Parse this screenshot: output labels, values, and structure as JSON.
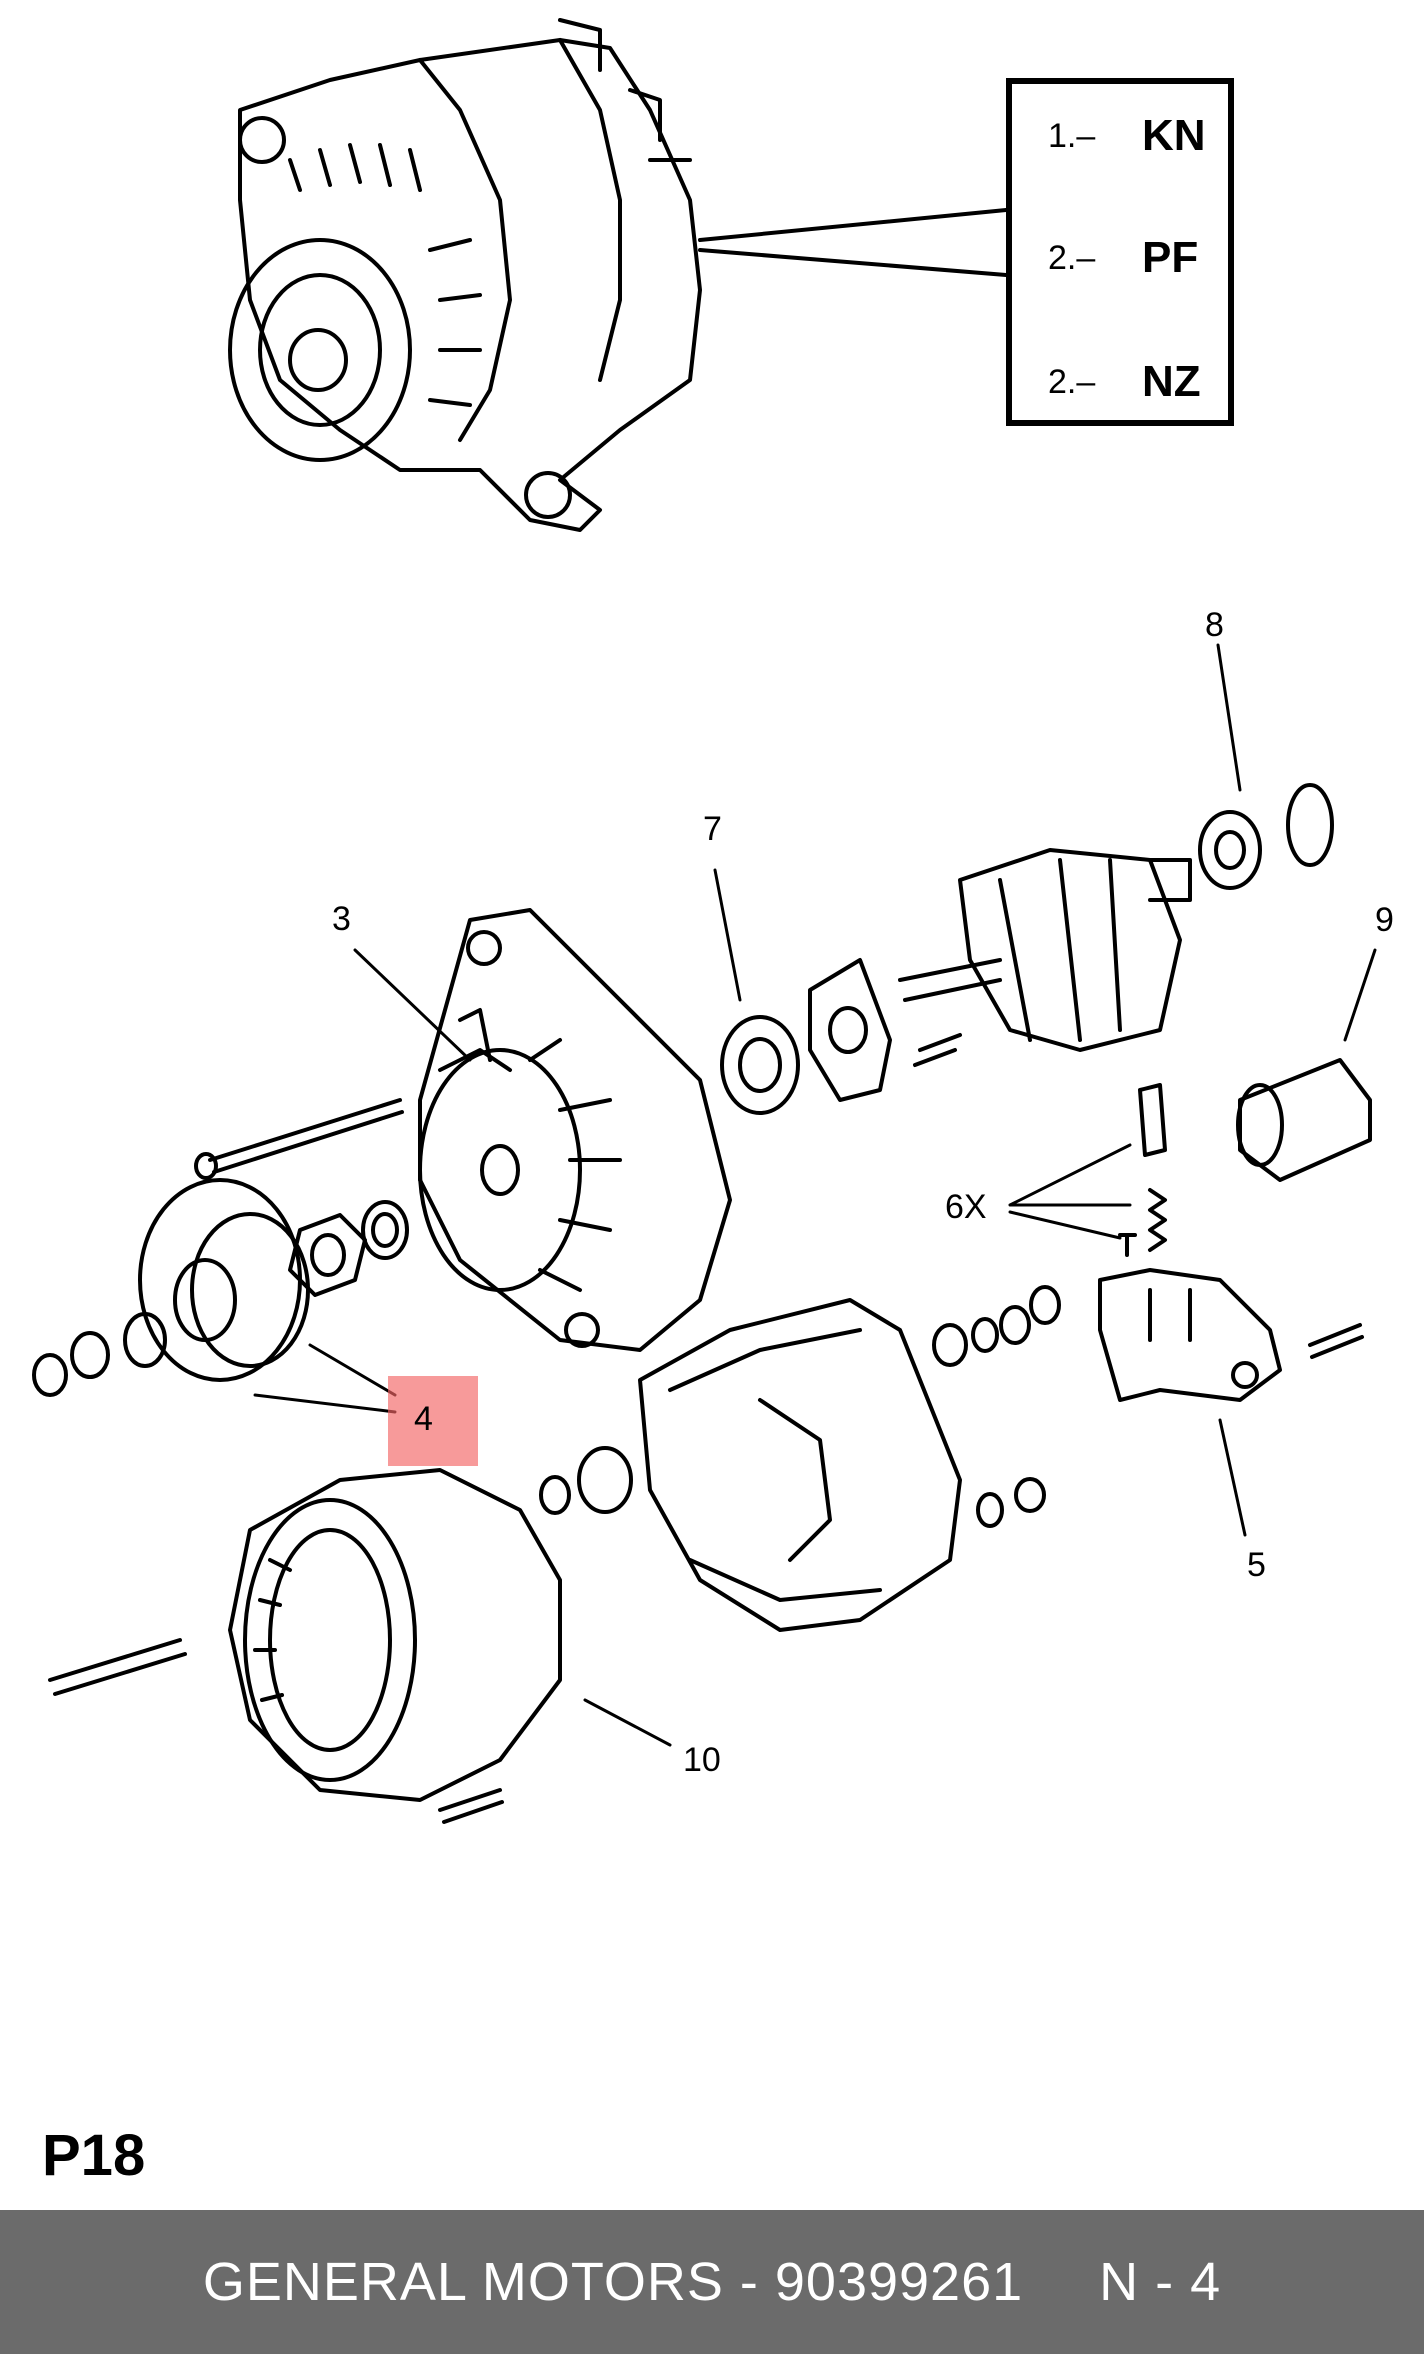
{
  "legend": {
    "rows": [
      {
        "num": "1.–",
        "code": "KN"
      },
      {
        "num": "2.–",
        "code": "PF"
      },
      {
        "num": "2.–",
        "code": "NZ"
      }
    ]
  },
  "callouts": {
    "c3": "3",
    "c4": "4",
    "c5": "5",
    "c6x": "6X",
    "c7": "7",
    "c8": "8",
    "c9": "9",
    "c10": "10"
  },
  "page_label": "P18",
  "footer": {
    "part_text": "GENERAL MOTORS - 90399261",
    "position_text": "N - 4"
  },
  "colors": {
    "highlight": "#f26464",
    "footer_bg": "#6b6b6b",
    "footer_text": "#ffffff",
    "line": "#000000"
  }
}
